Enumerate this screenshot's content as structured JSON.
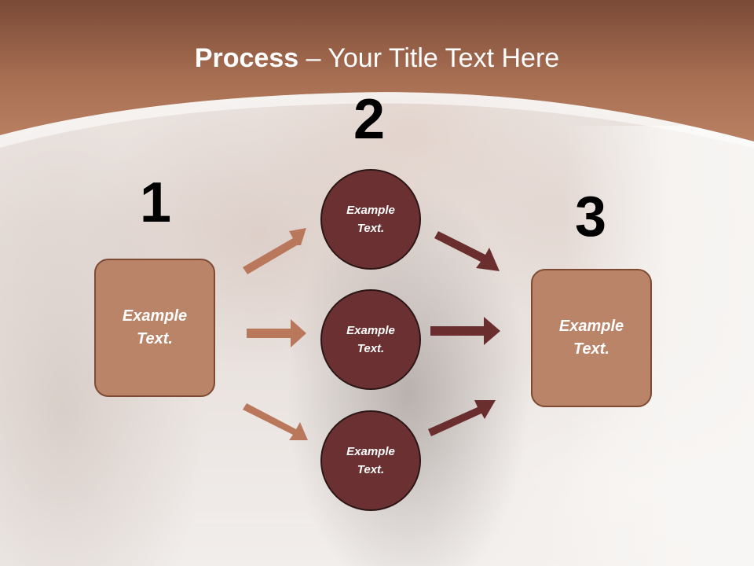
{
  "slide": {
    "title_bold": "Process",
    "title_rest": " – Your Title Text Here"
  },
  "steps": [
    {
      "number": "1",
      "label_line1": "Example",
      "label_line2": "Text."
    },
    {
      "number": "2"
    },
    {
      "number": "3",
      "label_line1": "Example",
      "label_line2": "Text."
    }
  ],
  "circles": [
    {
      "label_line1": "Example",
      "label_line2": "Text."
    },
    {
      "label_line1": "Example",
      "label_line2": "Text."
    },
    {
      "label_line1": "Example",
      "label_line2": "Text."
    }
  ],
  "colors": {
    "header_top": "#7a4a37",
    "header_bottom": "#b47a5c",
    "box_fill": "#b98467",
    "box_border": "#7e4a34",
    "circle_fill": "#6b3132",
    "arrow_light": "#b9785b",
    "arrow_dark": "#6b2e2e"
  }
}
